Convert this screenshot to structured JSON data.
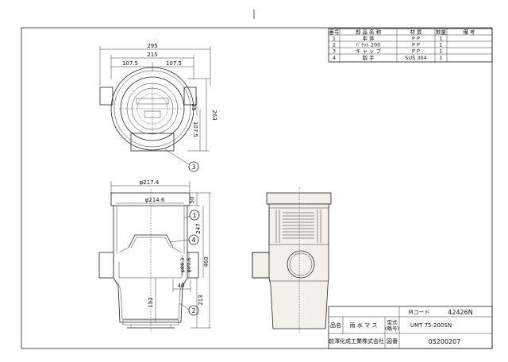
{
  "parts_table": {
    "headers": [
      "番号",
      "部 品 名 称",
      "材 質",
      "数量",
      "備 考"
    ],
    "rows": [
      {
        "no": "1",
        "name": "本 体",
        "material": "P P",
        "qty": "1"
      },
      {
        "no": "2",
        "name": "ﾊﾞｹｯﾄ 200",
        "material": "P P",
        "qty": "1"
      },
      {
        "no": "3",
        "name": "キ ャ ッ プ",
        "material": "P P",
        "qty": "1"
      },
      {
        "no": "4",
        "name": "取 手",
        "material": "SUS 304",
        "qty": "1"
      }
    ]
  },
  "dims_top": {
    "d295": "295",
    "d215": "215",
    "d107a": "107.5",
    "d107b": "107.5",
    "d263": "263",
    "d1075": "107.5",
    "d25": "25"
  },
  "dims_front": {
    "d2174": "φ217.4",
    "d2146": "φ214.6",
    "d50": "50",
    "d247": "247",
    "d460": "460",
    "d896": "φ89.6",
    "d863": "φ86.3",
    "d40": "40",
    "d213": "213",
    "d152": "152"
  },
  "balloons": {
    "b1": "1",
    "b2": "2",
    "b3": "3",
    "b4": "4"
  },
  "title_block": {
    "mcode_label": "Mコード",
    "mcode_value": "42426N",
    "name_label": "品名",
    "name_value": "雨 水 マ ス",
    "model_label_1": "型式",
    "model_label_2": "(略号)",
    "model_value": "UMT 75-200SN",
    "drawing_label": "図番",
    "drawing_value": "05200207",
    "company": "前澤化成工業株式会社"
  }
}
